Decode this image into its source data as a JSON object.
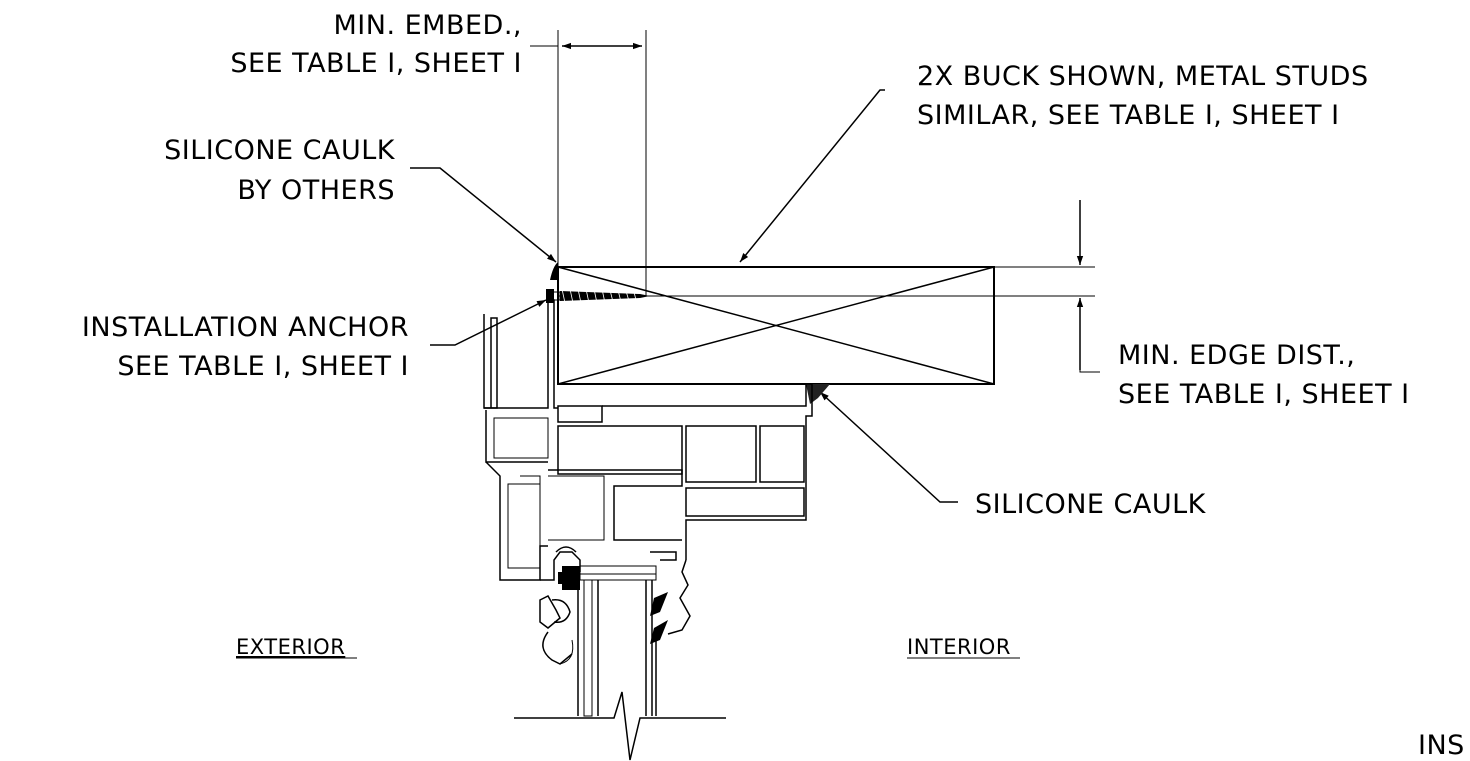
{
  "labels": {
    "min_embed_1": "MIN. EMBED.,",
    "min_embed_2": "SEE TABLE I, SHEET I",
    "buck_1": "2X BUCK SHOWN, METAL STUDS",
    "buck_2": "SIMILAR, SEE TABLE I, SHEET I",
    "caulk_others_1": "SILICONE CAULK",
    "caulk_others_2": "BY OTHERS",
    "anchor_1": "INSTALLATION ANCHOR",
    "anchor_2": "SEE TABLE I, SHEET I",
    "edge_1": "MIN. EDGE DIST.,",
    "edge_2": "SEE TABLE I, SHEET I",
    "silicone_caulk": "SILICONE CAULK",
    "exterior": "EXTERIOR",
    "interior": "INTERIOR",
    "corner_fragment": "INS"
  }
}
